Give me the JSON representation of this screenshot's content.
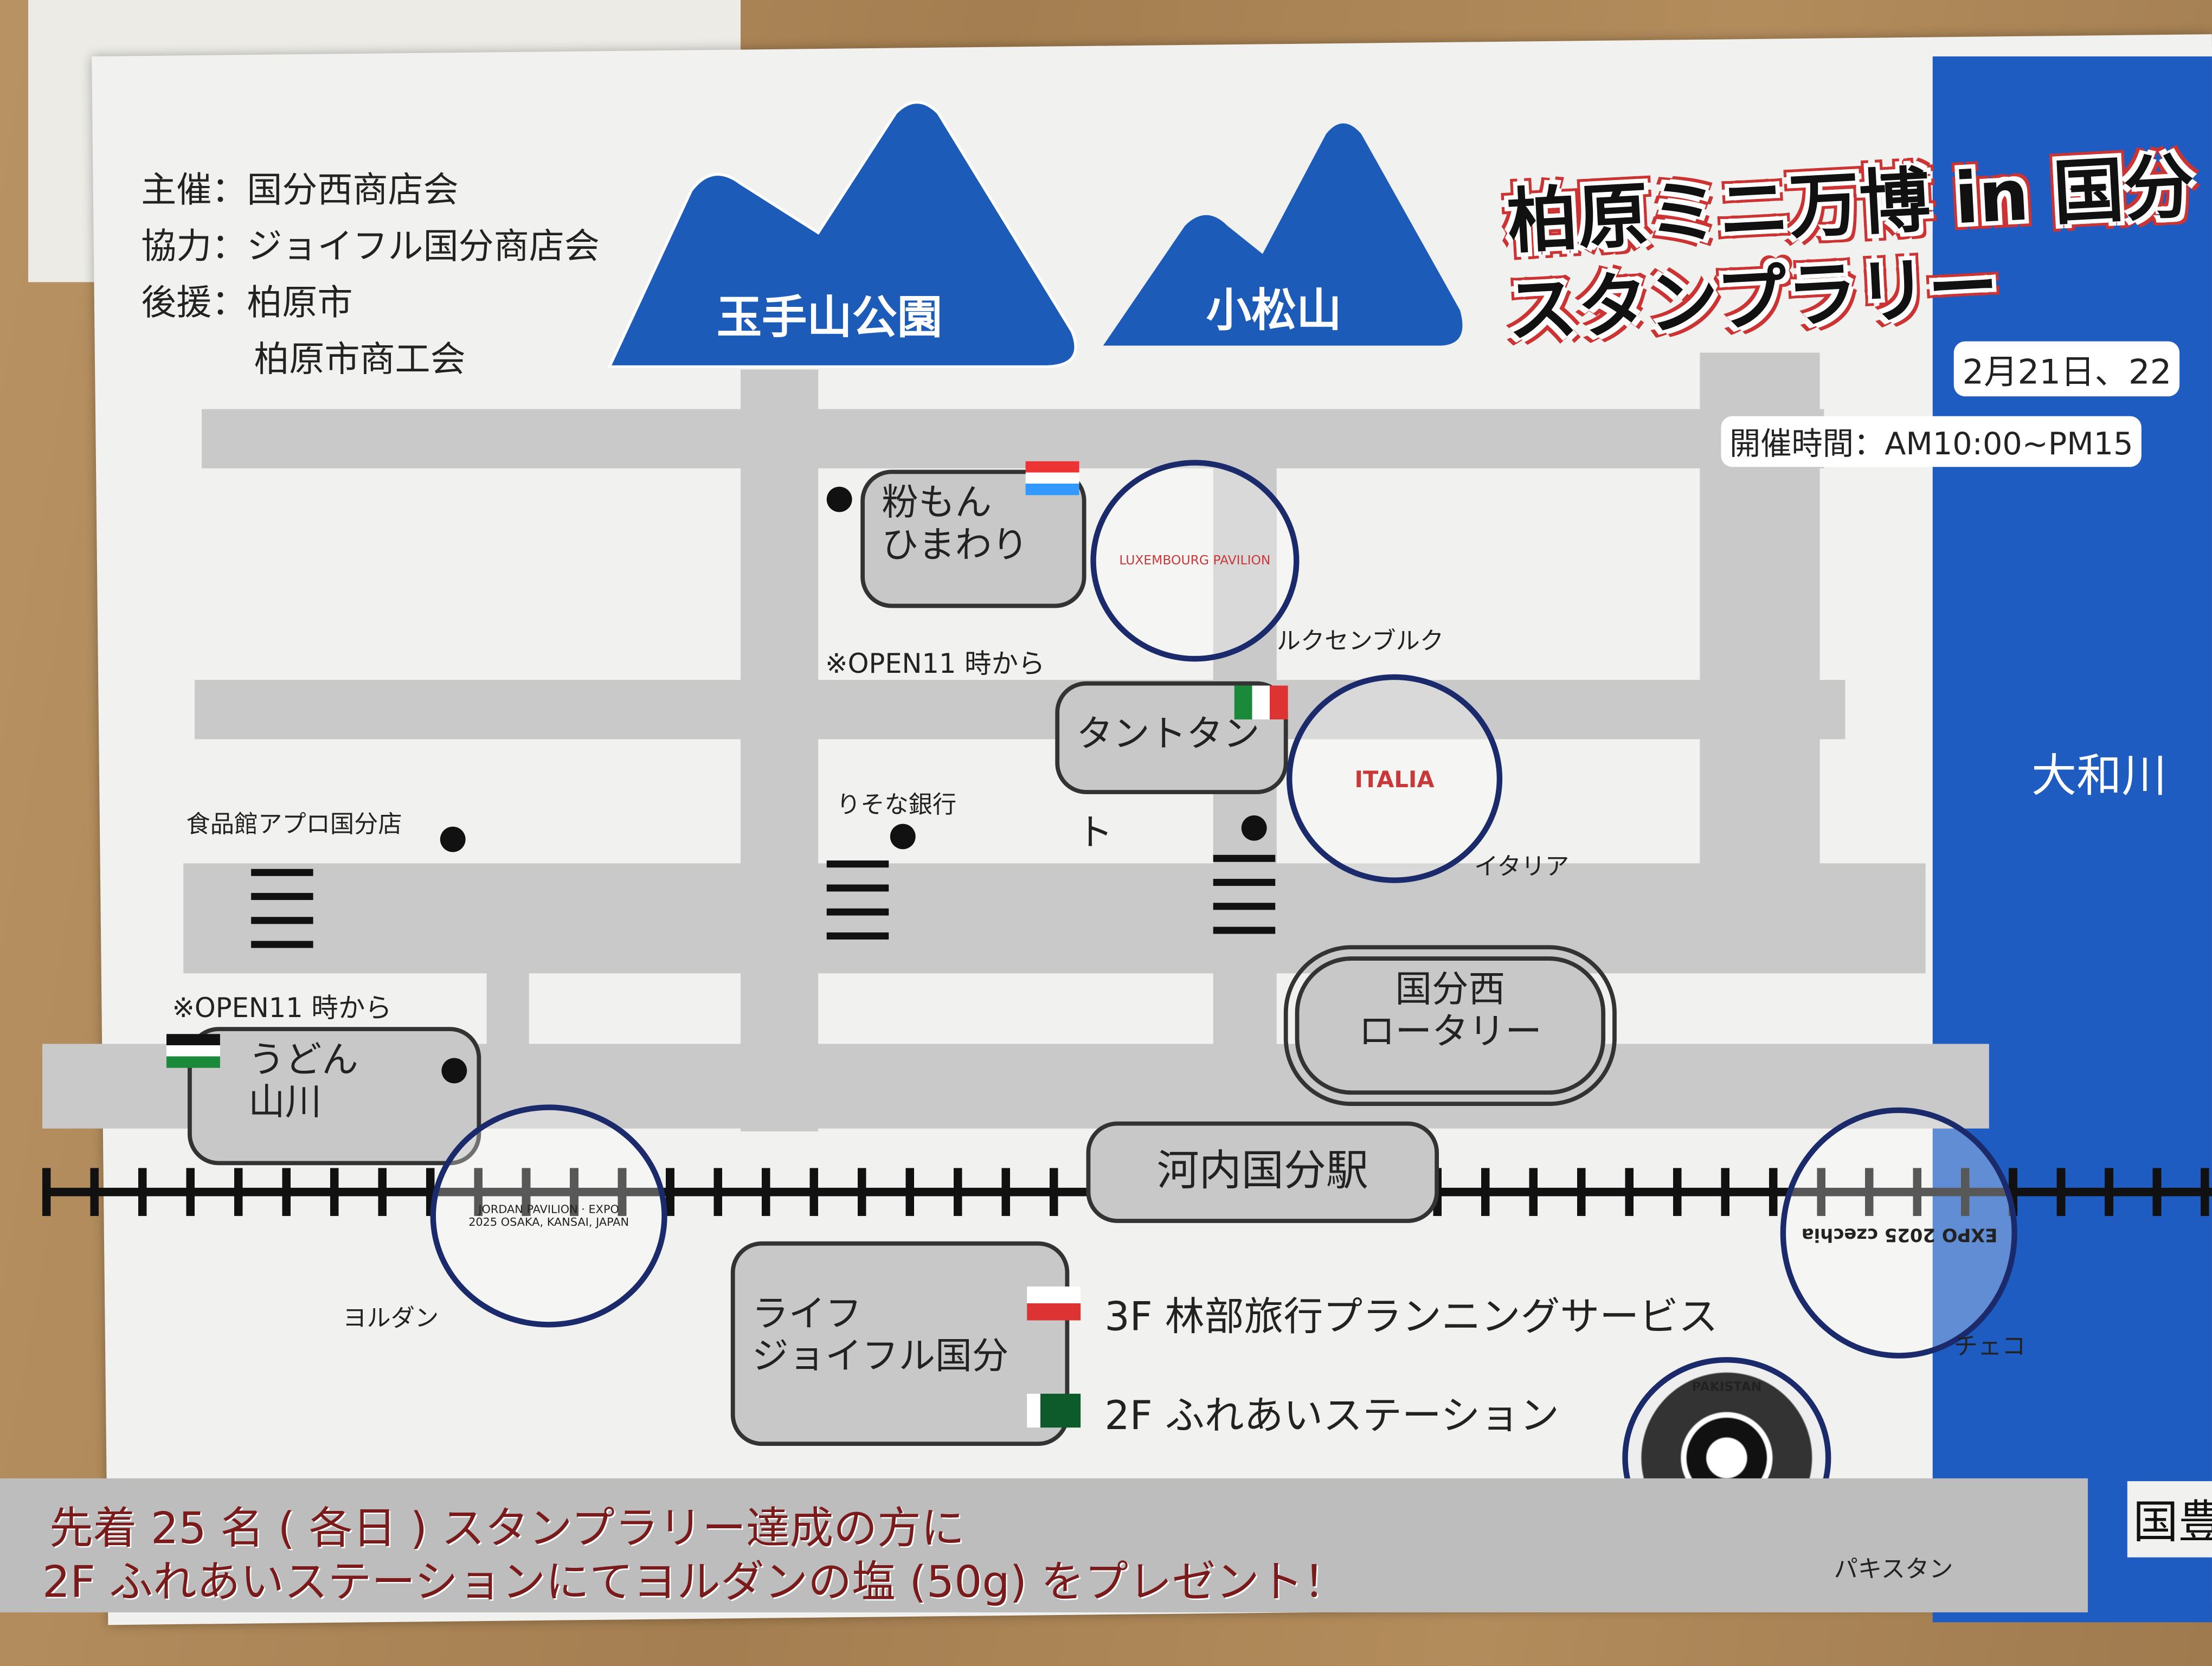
{
  "organizers": {
    "host": "主催：国分西商店会",
    "cooperation": "協力：ジョイフル国分商店会",
    "support_1": "後援：柏原市",
    "support_2": "柏原市商工会"
  },
  "mountains": [
    "玉手山公園",
    "小松山"
  ],
  "header": {
    "title_line1": "柏原ミニ万博 in 国分",
    "title_line2": "スタンプラリー",
    "dates": "2月21日、22",
    "hours": "開催時間：AM10:00~PM15"
  },
  "river": "大和川",
  "edge_label": "国豊",
  "places": {
    "konamon": "粉もん\nひまわり",
    "konamon_note": "※OPEN11 時から",
    "luxembourg": "ルクセンブルク",
    "luxembourg_stamp": "LUXEMBOURG PAVILION",
    "tantotanto": "タントタント",
    "resona": "りそな銀行",
    "apuro": "食品館アプロ国分店",
    "italy": "イタリア",
    "italy_stamp": "ITALIA",
    "rotary": "国分西\nロータリー",
    "udon_note": "※OPEN11 時から",
    "udon": "うどん\n山川",
    "jordan": "ヨルダン",
    "jordan_stamp": "JORDAN PAVILION · EXPO 2025 OSAKA, KANSAI, JAPAN",
    "station": "河内国分駅",
    "life": "ライフ\nジョイフル国分",
    "floor3": "3F 林部旅行プランニングサービス",
    "floor2": "2F ふれあいステーション",
    "czech": "チェコ",
    "czech_stamp": "EXPO 2025 czechia",
    "pakistan": "パキスタン",
    "pakistan_stamp": "PAKISTAN"
  },
  "footer": {
    "line1": "先着 25 名 ( 各日 ) スタンプラリー達成の方に",
    "line2": "2F ふれあいステーションにてヨルダンの塩 (50g) をプレゼント！"
  },
  "colors": {
    "river": "#1e5cc2",
    "road": "#c9c9c9",
    "footer_text": "#7a1a1a",
    "stamp_red": "#c83a3a"
  }
}
